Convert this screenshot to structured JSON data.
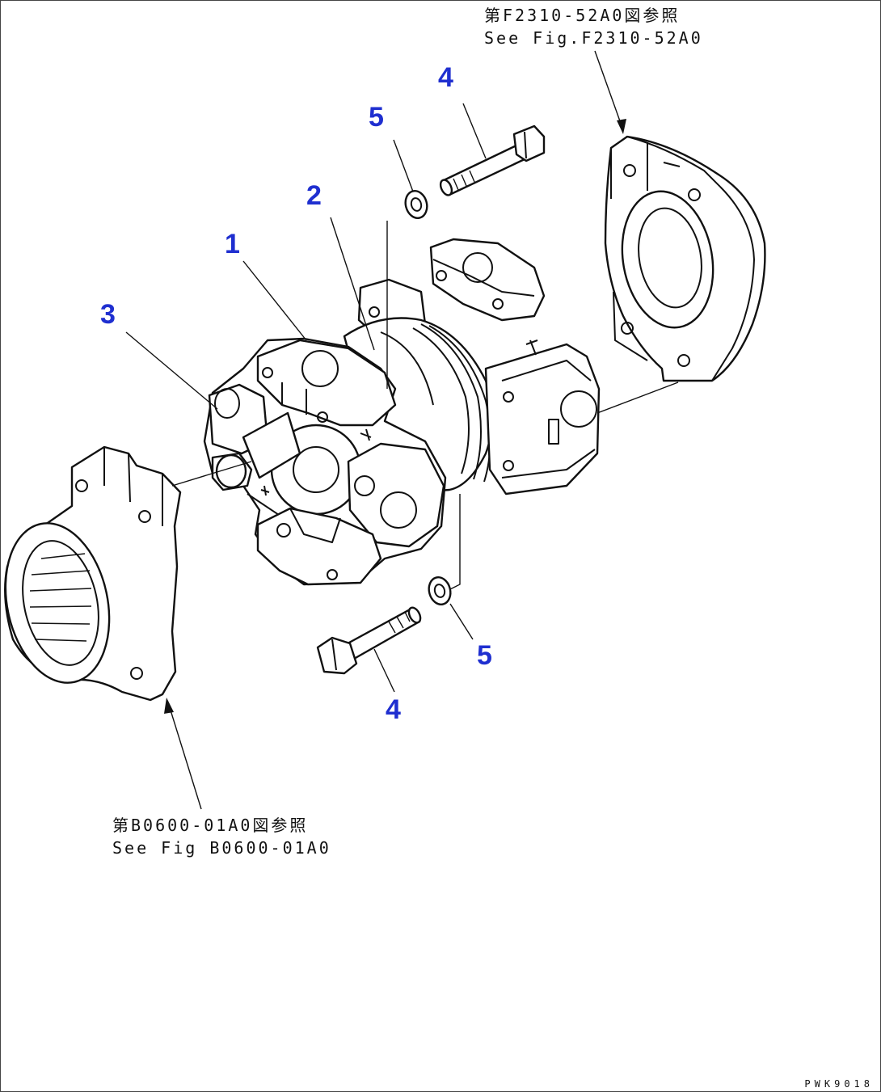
{
  "callouts": {
    "c1": "1",
    "c2": "2",
    "c3": "3",
    "c4_top": "4",
    "c4_bottom": "4",
    "c5_top": "5",
    "c5_bottom": "5"
  },
  "references": {
    "top": {
      "line_jp": "第F2310-52A0図参照",
      "line_en": "See Fig.F2310-52A0"
    },
    "bottom": {
      "line_jp": "第B0600-01A0図参照",
      "line_en": "See Fig B0600-01A0"
    }
  },
  "drawing_code": "PWK9018"
}
